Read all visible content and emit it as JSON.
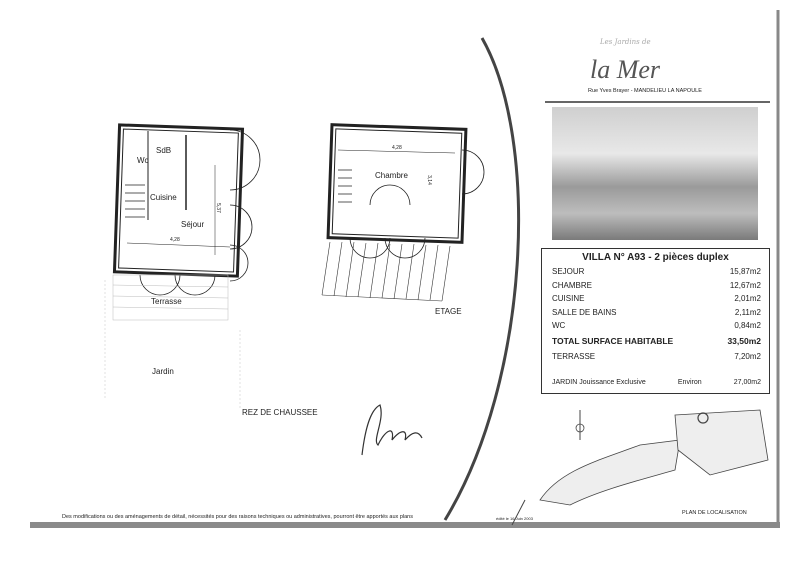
{
  "header": {
    "script_title_small": "Les Jardins de",
    "brand": "la Mer",
    "address": "Rue Yves Brayer - MANDELIEU LA NAPOULE"
  },
  "plans": {
    "ground_floor": {
      "rooms": [
        "SdB",
        "Wc",
        "Cuisine",
        "Séjour",
        "Terrasse",
        "Jardin"
      ],
      "dim_width": "4,28",
      "dim_depth": "5,37",
      "caption": "REZ DE CHAUSSEE"
    },
    "upper_floor": {
      "rooms": [
        "Chambre"
      ],
      "dim_width": "4,28",
      "dim_depth": "3,14",
      "caption": "ETAGE"
    }
  },
  "surface_table": {
    "title": "VILLA N° A93 - 2 pièces duplex",
    "rows": [
      {
        "label": "SEJOUR",
        "value": "15,87m2"
      },
      {
        "label": "CHAMBRE",
        "value": "12,67m2"
      },
      {
        "label": "CUISINE",
        "value": "2,01m2"
      },
      {
        "label": "SALLE DE BAINS",
        "value": "2,11m2"
      },
      {
        "label": "WC",
        "value": "0,84m2"
      }
    ],
    "total": {
      "label": "TOTAL SURFACE HABITABLE",
      "value": "33,50m2"
    },
    "terrace": {
      "label": "TERRASSE",
      "value": "7,20m2"
    },
    "garden": {
      "label": "JARDIN Jouissance Exclusive",
      "qualifier": "Environ",
      "value": "27,00m2"
    }
  },
  "footer": {
    "disclaimer": "Des modifications ou des aménagements de détail, nécessités pour des raisons techniques ou administratives, pourront être apportés aux plans",
    "edition_date": "édité le 16 Juin 2003",
    "location_plan": "PLAN DE LOCALISATION"
  },
  "signature": "signature",
  "colors": {
    "ink": "#222222",
    "scan_gray": "#8a8a8a"
  }
}
